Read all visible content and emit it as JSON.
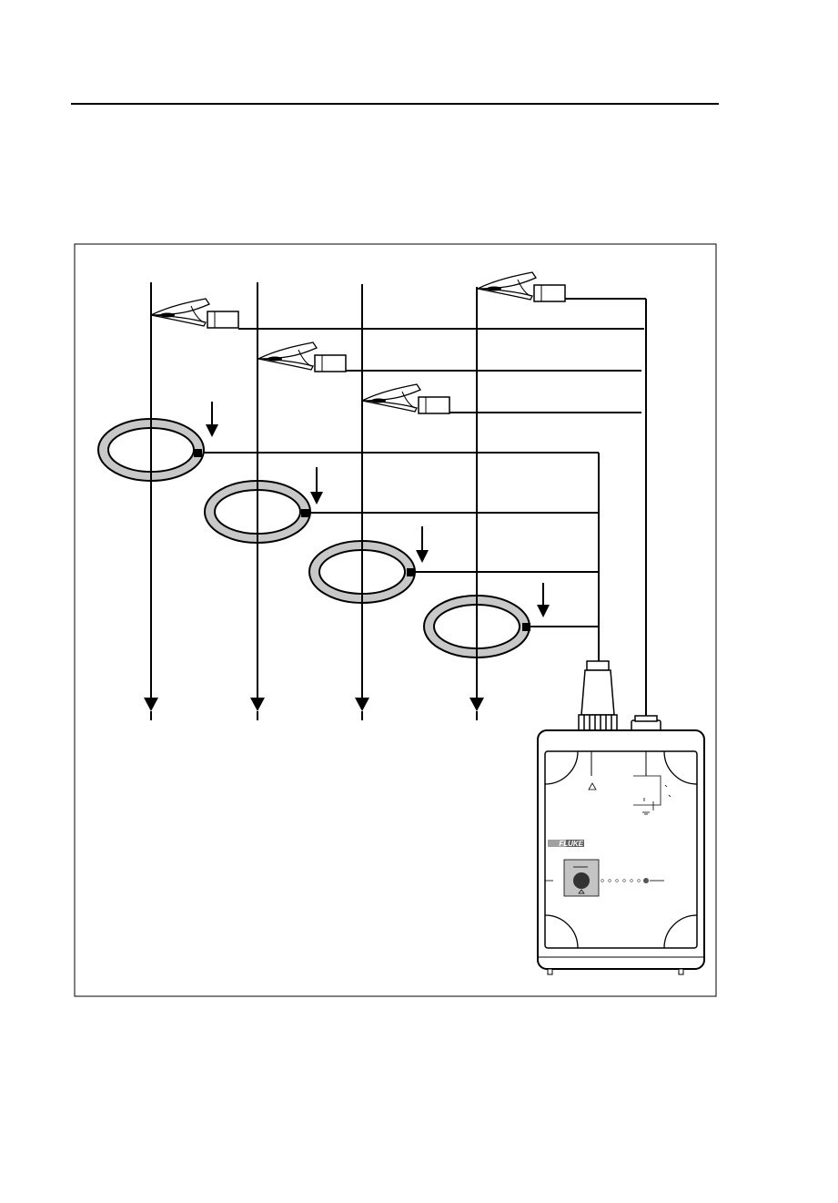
{
  "header": {
    "rule_visible": true
  },
  "diagram": {
    "phase_conductor_count": 4,
    "voltage_clip_count": 4,
    "current_clamp_count": 4,
    "colors": {
      "line": "#000000",
      "clamp_ring_fill": "#c8c8c8",
      "clamp_inner_fill": "#ffffff",
      "instrument_panel": "#ffffff"
    }
  },
  "instrument": {
    "brand": "FLUKE",
    "icons": [
      "warning-triangle-icon",
      "power-button-icon",
      "led-indicator-icon",
      "ground-symbol-icon"
    ]
  }
}
